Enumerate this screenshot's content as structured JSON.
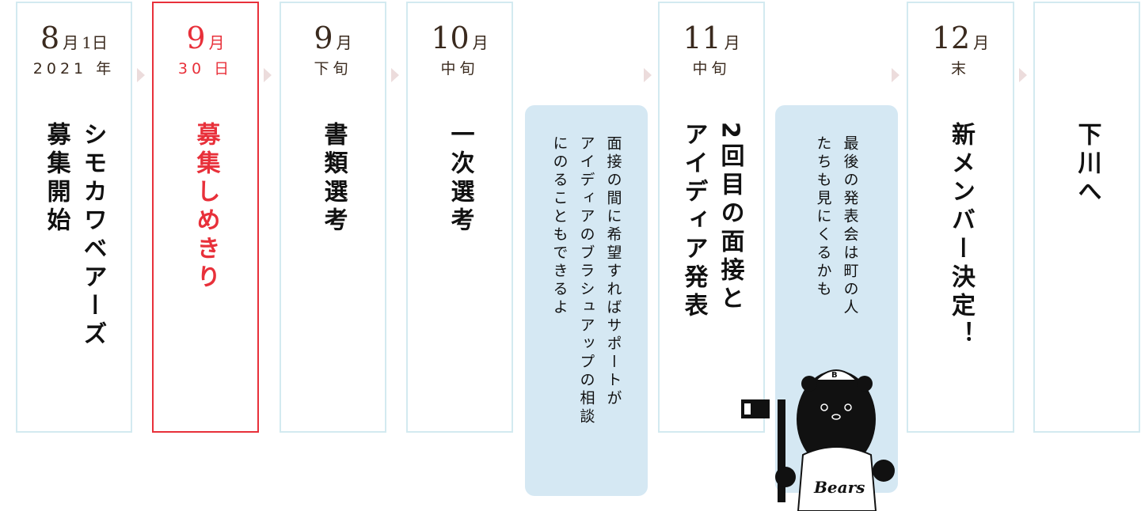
{
  "steps": [
    {
      "num": "8",
      "unit": "月",
      "extra": "1日",
      "sub": "2021 年",
      "title_lines": [
        "シモカワベアーズ",
        "募集開始"
      ]
    },
    {
      "num": "9",
      "unit": "月",
      "sub": "30 日",
      "title_lines": [
        "募集しめきり"
      ]
    },
    {
      "num": "9",
      "unit": "月",
      "sub": "下旬",
      "title_lines": [
        "書類選考"
      ]
    },
    {
      "num": "10",
      "unit": "月",
      "sub": "中旬",
      "title_lines": [
        "一次選考"
      ]
    },
    {
      "num": "11",
      "unit": "月",
      "sub": "中旬",
      "title_lines": [
        "2回目の面接と",
        "アイディア発表"
      ]
    },
    {
      "num": "12",
      "unit": "月",
      "sub": "末",
      "title_lines": [
        "新メンバー決定！"
      ]
    },
    {
      "title_lines": [
        "下川へ"
      ]
    }
  ],
  "notes": [
    {
      "lines": [
        "面接の間に希望すればサポートが",
        "アイディアのブラシュアップの相談",
        "にのることもできるよ"
      ]
    },
    {
      "lines": [
        "最後の発表会は町の人",
        "たちも見にくるかも"
      ]
    }
  ],
  "mascot": {
    "shirt_text": "Bears",
    "cap_letter": "B"
  },
  "colors": {
    "highlight": "#e8303a",
    "card_border": "#d3eaf0",
    "note_bg": "#d5e8f3",
    "arrow": "#ecdcdc"
  }
}
